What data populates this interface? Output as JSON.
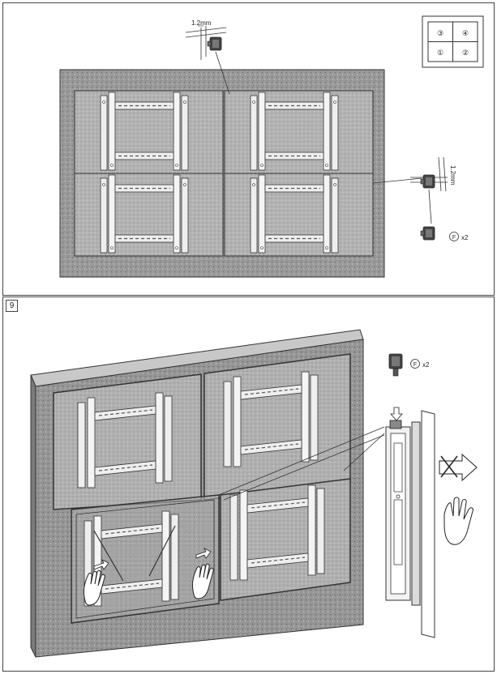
{
  "step": {
    "number": "9"
  },
  "gap_label_top": "1.2mm",
  "gap_label_right": "1.2mm",
  "layout_key": {
    "cells": [
      "③",
      "④",
      "①",
      "②"
    ]
  },
  "parts_top": {
    "letter": "F",
    "qty": "x2"
  },
  "parts_bottom": {
    "letter": "F",
    "qty": "x2"
  },
  "colors": {
    "line": "#333333",
    "wall": "#8c8c8c",
    "screen": "#a5a5a5",
    "bracket": "#eeeeee"
  }
}
